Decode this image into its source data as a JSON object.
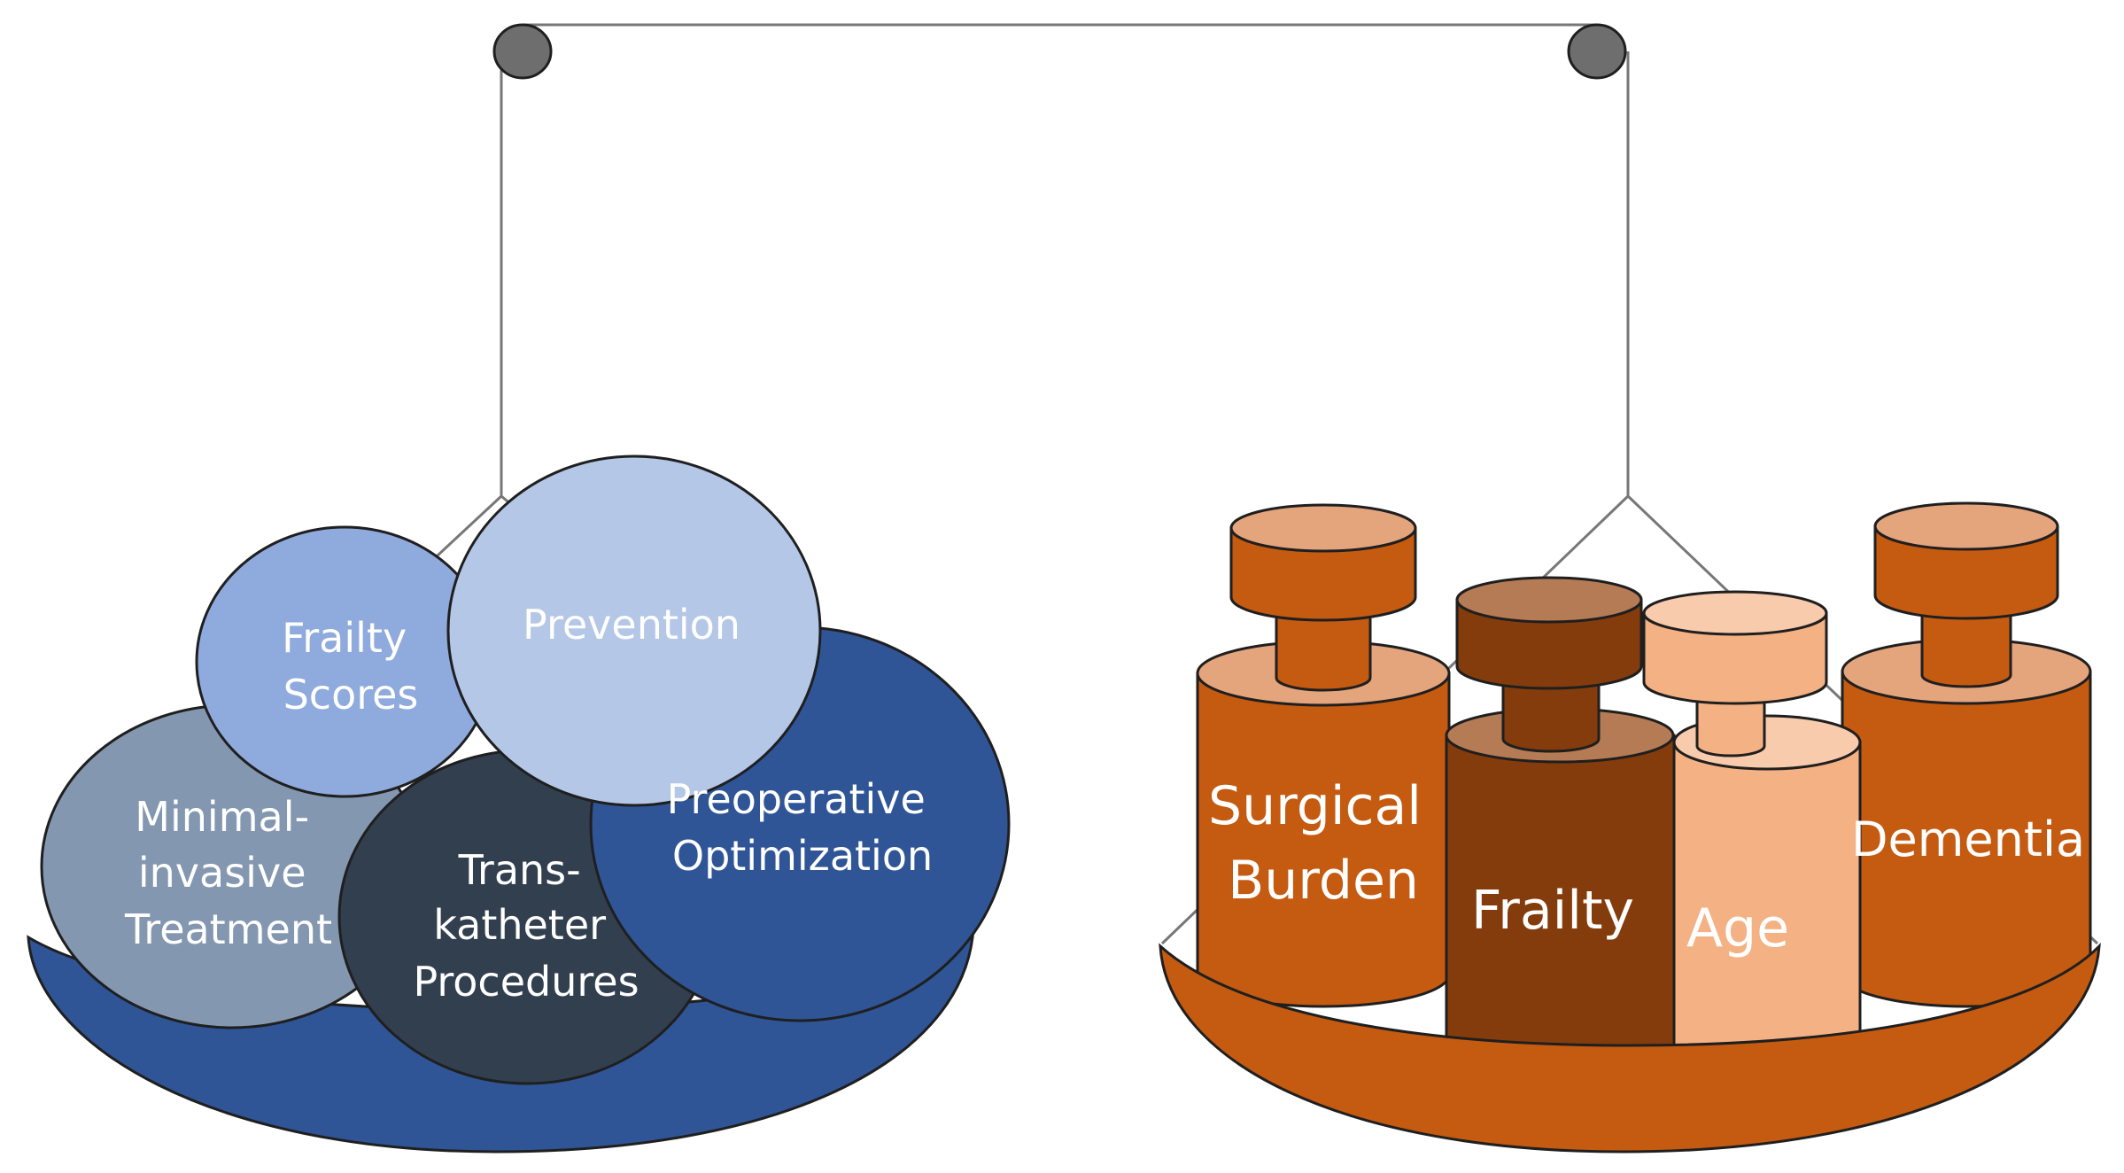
{
  "colors": {
    "blue_dark": "#2F5597",
    "blue_navy": "#323F4F",
    "blue_gray": "#8497B0",
    "blue_mid": "#8FAADC",
    "blue_light": "#B4C7E7",
    "orange": "#C55A11",
    "orange_light": "#E4A47C",
    "brown": "#843C0C",
    "brown_light": "#B57B55",
    "peach": "#F4B183",
    "peach_light": "#F8CBAD",
    "pivot": "#6E6E6E"
  },
  "left_pan": {
    "items": [
      {
        "id": "frailty-scores",
        "lines": [
          "Frailty",
          "Scores"
        ]
      },
      {
        "id": "prevention",
        "lines": [
          "Prevention"
        ]
      },
      {
        "id": "minimal-invasive",
        "lines": [
          "Minimal-",
          "invasive",
          "Treatment"
        ]
      },
      {
        "id": "transkatheter",
        "lines": [
          "Trans-",
          "katheter",
          "Procedures"
        ]
      },
      {
        "id": "preoperative",
        "lines": [
          "Preoperative",
          "Optimization"
        ]
      }
    ]
  },
  "right_pan": {
    "weights": [
      {
        "id": "surgical-burden",
        "lines": [
          "Surgical",
          "Burden"
        ]
      },
      {
        "id": "frailty",
        "lines": [
          "Frailty"
        ]
      },
      {
        "id": "age",
        "lines": [
          "Age"
        ]
      },
      {
        "id": "dementia",
        "lines": [
          "Dementia"
        ]
      }
    ]
  }
}
